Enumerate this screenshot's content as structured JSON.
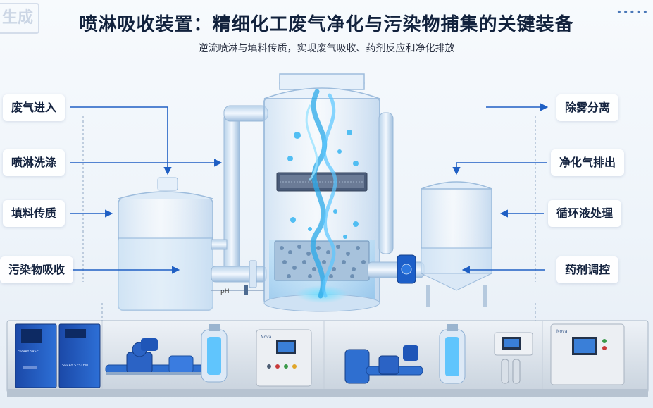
{
  "header": {
    "title": "喷淋吸收装置：精细化工废气净化与污染物捕集的关键装备",
    "subtitle": "逆流喷淋与填料传质，实现废气吸收、药剂反应和净化排放",
    "watermark": "生成",
    "more_dots": "•••••"
  },
  "labels_left": [
    {
      "id": "waste-gas-inlet",
      "text": "废气进入"
    },
    {
      "id": "spray-washing",
      "text": "喷淋洗涤"
    },
    {
      "id": "packing-mass-transfer",
      "text": "填料传质"
    },
    {
      "id": "pollutant-absorption",
      "text": "污染物吸收"
    }
  ],
  "labels_right": [
    {
      "id": "demister",
      "text": "除雾分离"
    },
    {
      "id": "clean-gas-outlet",
      "text": "净化气排出"
    },
    {
      "id": "circulating-liquid",
      "text": "循环液处理"
    },
    {
      "id": "chemical-dosing",
      "text": "药剂调控"
    }
  ],
  "equipment": {
    "ph_label": "pH",
    "cabinet_left_text": "SPRAYBASE",
    "cabinet_right_text": "SPRAY SYSTEM",
    "panel_badge": "Nova"
  },
  "colors": {
    "accent": "#1f5fc4",
    "water": "#2aa8e8",
    "glass": "#cfe3f5",
    "cabinet": "#1d4fb0"
  }
}
